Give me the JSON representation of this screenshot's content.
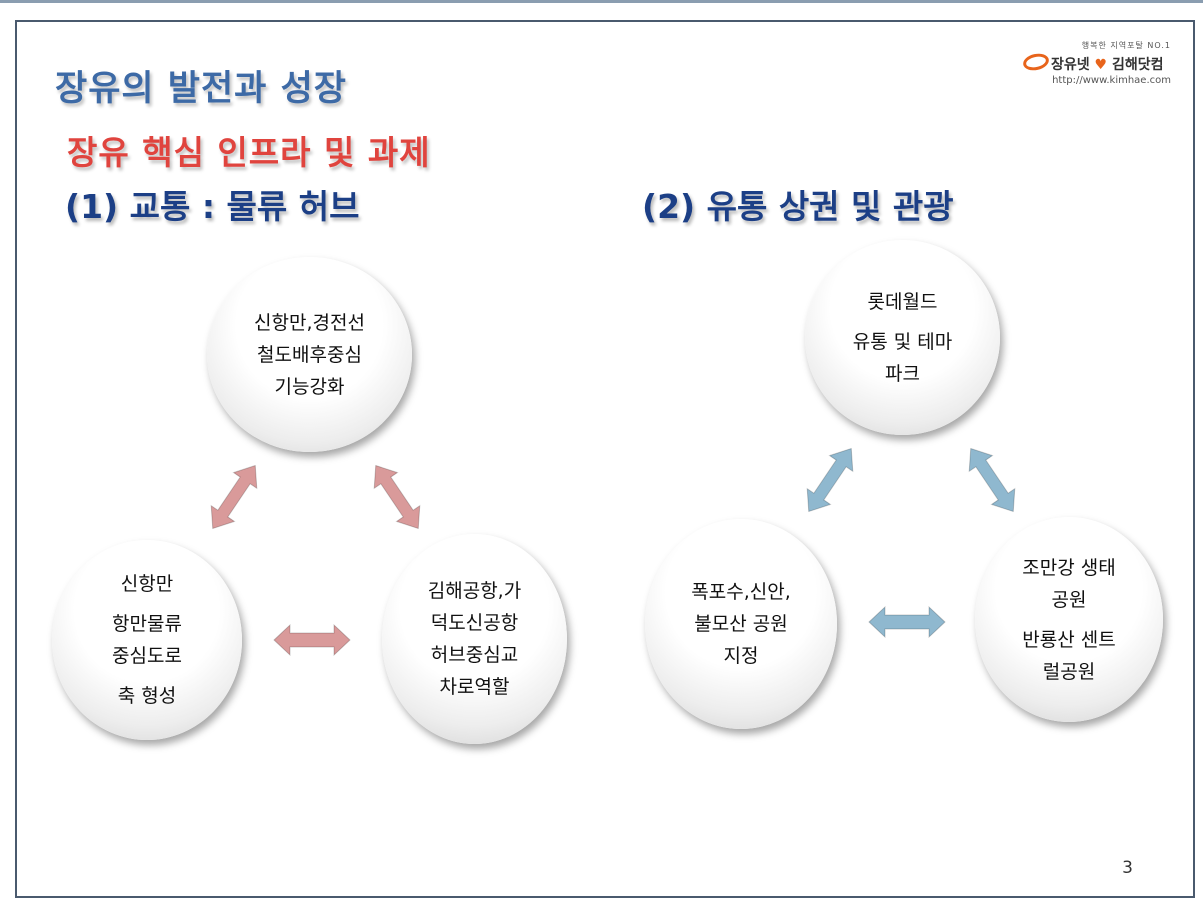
{
  "slide": {
    "title": "장유의 발전과 성장",
    "subtitle": "장유 핵심 인프라 및 과제",
    "page_number": "3"
  },
  "logo": {
    "slogan": "행복한 지역포탈 NO.1",
    "name_left": "장유넷",
    "name_right": "김해닷컴",
    "url": "http://www.kimhae.com",
    "accent": "#e8641b"
  },
  "sections": [
    {
      "heading": "(1) 교통 : 물류 허브",
      "arrow_color": "#d99a9a",
      "circles": [
        {
          "lines": [
            "신항만,경전선",
            "철도배후중심",
            "기능강화"
          ]
        },
        {
          "lines": [
            "신항만",
            "",
            "항만물류",
            "중심도로",
            "",
            "축 형성"
          ]
        },
        {
          "lines": [
            "김해공항,가",
            "덕도신공항",
            "허브중심교",
            "차로역할"
          ]
        }
      ]
    },
    {
      "heading": "(2) 유통 상권 및 관광",
      "arrow_color": "#8fb8cf",
      "circles": [
        {
          "lines": [
            "롯데월드",
            "",
            "유통 및 테마",
            "파크"
          ]
        },
        {
          "lines": [
            "폭포수,신안,",
            "불모산 공원",
            "지정"
          ]
        },
        {
          "lines": [
            "조만강 생태",
            "공원",
            "",
            "반룡산 센트",
            "럴공원"
          ]
        }
      ]
    }
  ]
}
